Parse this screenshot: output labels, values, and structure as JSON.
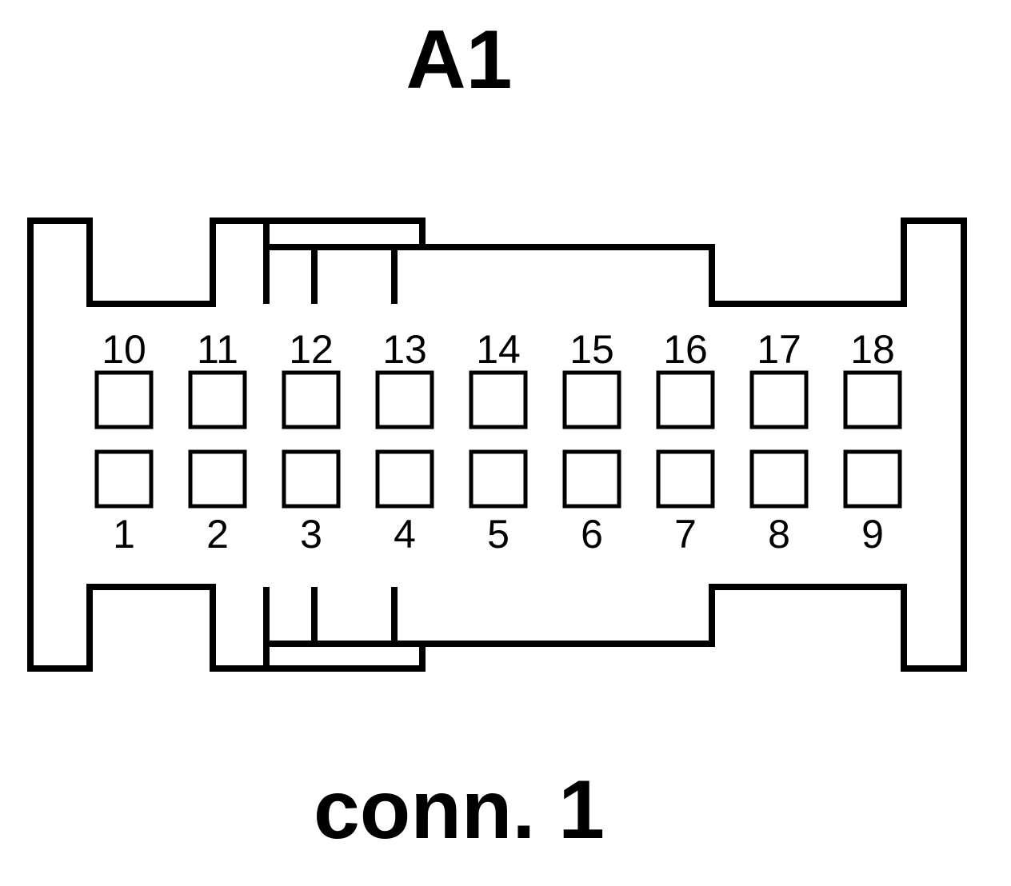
{
  "connector": {
    "title": "A1",
    "caption": "conn. 1"
  },
  "pins": {
    "top_row": [
      "10",
      "11",
      "12",
      "13",
      "14",
      "15",
      "16",
      "17",
      "18"
    ],
    "bottom_row": [
      "1",
      "2",
      "3",
      "4",
      "5",
      "6",
      "7",
      "8",
      "9"
    ]
  },
  "colors": {
    "line": "#000000",
    "background": "#ffffff"
  }
}
